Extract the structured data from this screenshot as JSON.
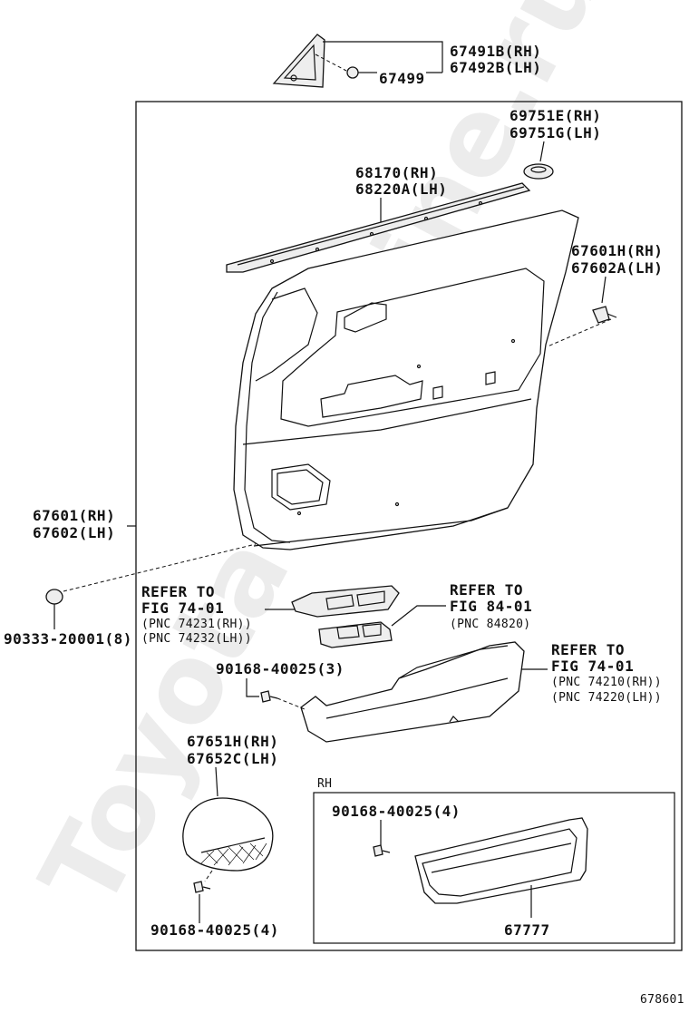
{
  "watermark": "ToyotaCarMine.ru",
  "figure_number": "678601",
  "rh_box_label": "RH",
  "callouts": {
    "mirror_cover_rh": "67491B(RH)",
    "mirror_cover_lh": "67492B(LH)",
    "clip_67499": "67499",
    "cap_rh": "69751E(RH)",
    "cap_lh": "69751G(LH)",
    "weatherstrip_rh": "68170(RH)",
    "weatherstrip_lh": "68220A(LH)",
    "clip_rh": "67601H(RH)",
    "clip_lh": "67602A(LH)",
    "board_rh": "67601(RH)",
    "board_lh": "67602(LH)",
    "plug": "90333-20001(8)",
    "refer_left_1": "REFER TO",
    "refer_left_2": "FIG 74-01",
    "refer_left_3": "(PNC 74231(RH))",
    "refer_left_4": "(PNC 74232(LH))",
    "refer_mid_1": "REFER TO",
    "refer_mid_2": "FIG 84-01",
    "refer_mid_3": "(PNC 84820)",
    "refer_right_1": "REFER TO",
    "refer_right_2": "FIG 74-01",
    "refer_right_3": "(PNC 74210(RH))",
    "refer_right_4": "(PNC 74220(LH))",
    "screw_armrest": "90168-40025(3)",
    "speaker_rh": "67651H(RH)",
    "speaker_lh": "67652C(LH)",
    "screw_speaker": "90168-40025(4)",
    "screw_pocket": "90168-40025(4)",
    "pocket": "67777"
  }
}
